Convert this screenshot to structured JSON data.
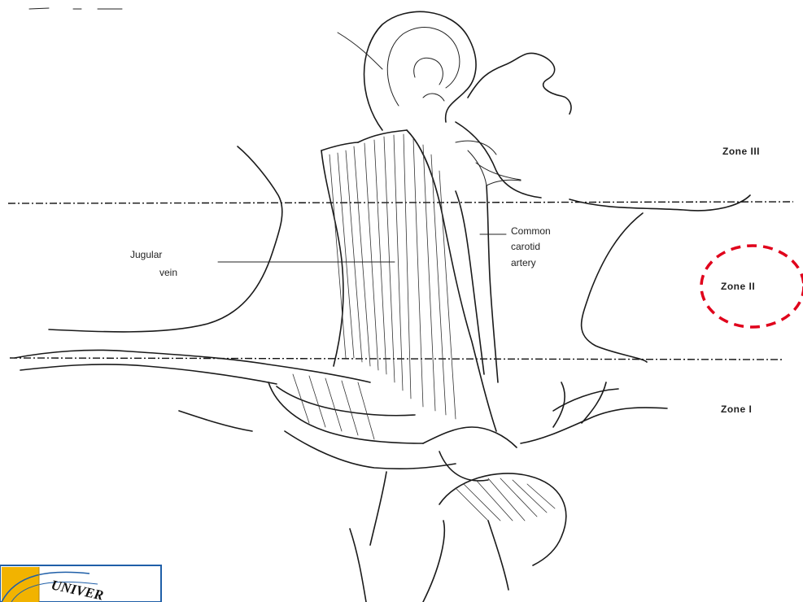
{
  "labels": {
    "zone_iii": "Zone III",
    "zone_ii": "Zone II",
    "zone_i": "Zone I",
    "jugular_line1": "Jugular",
    "jugular_line2": "vein",
    "carotid_line1": "Common",
    "carotid_line2": "carotid",
    "carotid_line3": "artery",
    "logo_text": "UNIVER"
  },
  "colors": {
    "highlight": "#e0001b",
    "logo_gold": "#f2b300",
    "logo_border": "#1f5fa8"
  },
  "highlighted_zone": "Zone II"
}
